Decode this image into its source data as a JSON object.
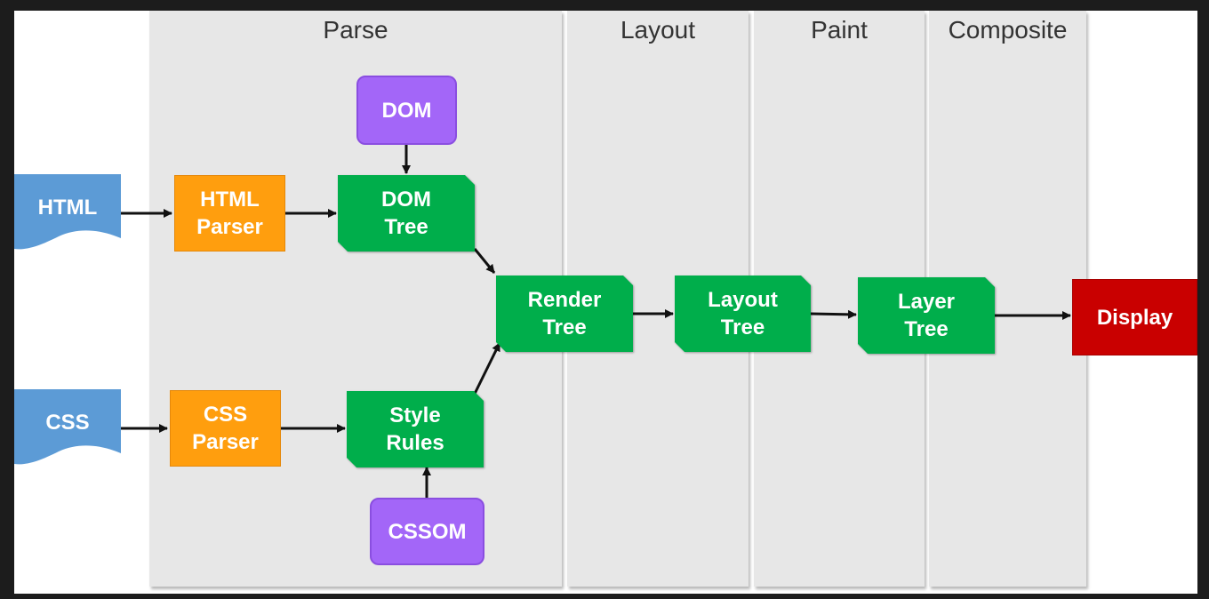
{
  "colors": {
    "stage_bg": "#e7e7e7",
    "document": "#5c9bd6",
    "parser": "#ff9e0e",
    "object_model": "#a366f8",
    "tree": "#00ae4b",
    "display": "#c90000",
    "arrow": "#111111"
  },
  "stages": [
    {
      "label": "Parse"
    },
    {
      "label": "Layout"
    },
    {
      "label": "Paint"
    },
    {
      "label": "Composite"
    }
  ],
  "nodes": {
    "html_doc": "HTML",
    "css_doc": "CSS",
    "html_parser": "HTML\nParser",
    "css_parser": "CSS\nParser",
    "dom": "DOM",
    "cssom": "CSSOM",
    "dom_tree": "DOM\nTree",
    "style_rules": "Style\nRules",
    "render_tree": "Render\nTree",
    "layout_tree": "Layout\nTree",
    "layer_tree": "Layer\nTree",
    "display": "Display"
  }
}
